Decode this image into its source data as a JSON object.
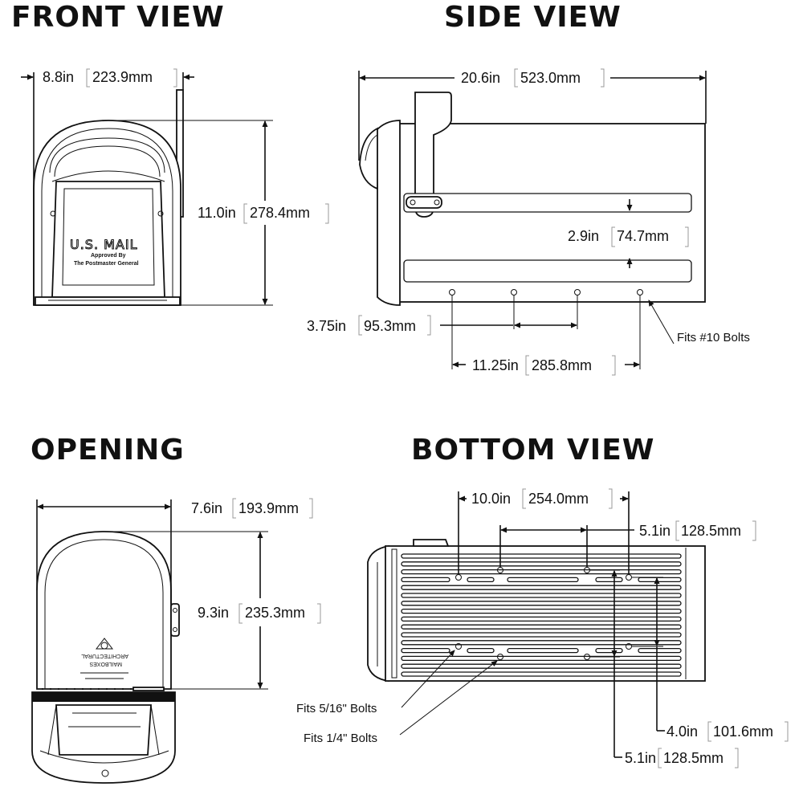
{
  "headings": {
    "front": "FRONT VIEW",
    "side": "SIDE VIEW",
    "opening": "OPENING",
    "bottom": "BOTTOM VIEW"
  },
  "front": {
    "label_usmail": "U.S. MAIL",
    "label_approved": "Approved By",
    "label_postmaster": "The Postmaster General",
    "width": {
      "in": "8.8in",
      "mm": "223.9mm"
    },
    "height": {
      "in": "11.0in",
      "mm": "278.4mm"
    }
  },
  "side": {
    "length": {
      "in": "20.6in",
      "mm": "523.0mm"
    },
    "slot_gap": {
      "in": "2.9in",
      "mm": "74.7mm"
    },
    "bolt_a": {
      "in": "3.75in",
      "mm": "95.3mm"
    },
    "bolt_b": {
      "in": "11.25in",
      "mm": "285.8mm"
    },
    "bolt_note": "Fits #10 Bolts"
  },
  "opening": {
    "width": {
      "in": "7.6in",
      "mm": "193.9mm"
    },
    "height": {
      "in": "9.3in",
      "mm": "235.3mm"
    },
    "brand_1": "ARCHITECTURAL",
    "brand_2": "MAILBOXES"
  },
  "bottom": {
    "length_a": {
      "in": "10.0in",
      "mm": "254.0mm"
    },
    "length_b": {
      "in": "5.1in",
      "mm": "128.5mm"
    },
    "width_a": {
      "in": "4.0in",
      "mm": "101.6mm"
    },
    "width_b": {
      "in": "5.1in",
      "mm": "128.5mm"
    },
    "note_516": "Fits 5/16\" Bolts",
    "note_14": "Fits 1/4\" Bolts"
  }
}
